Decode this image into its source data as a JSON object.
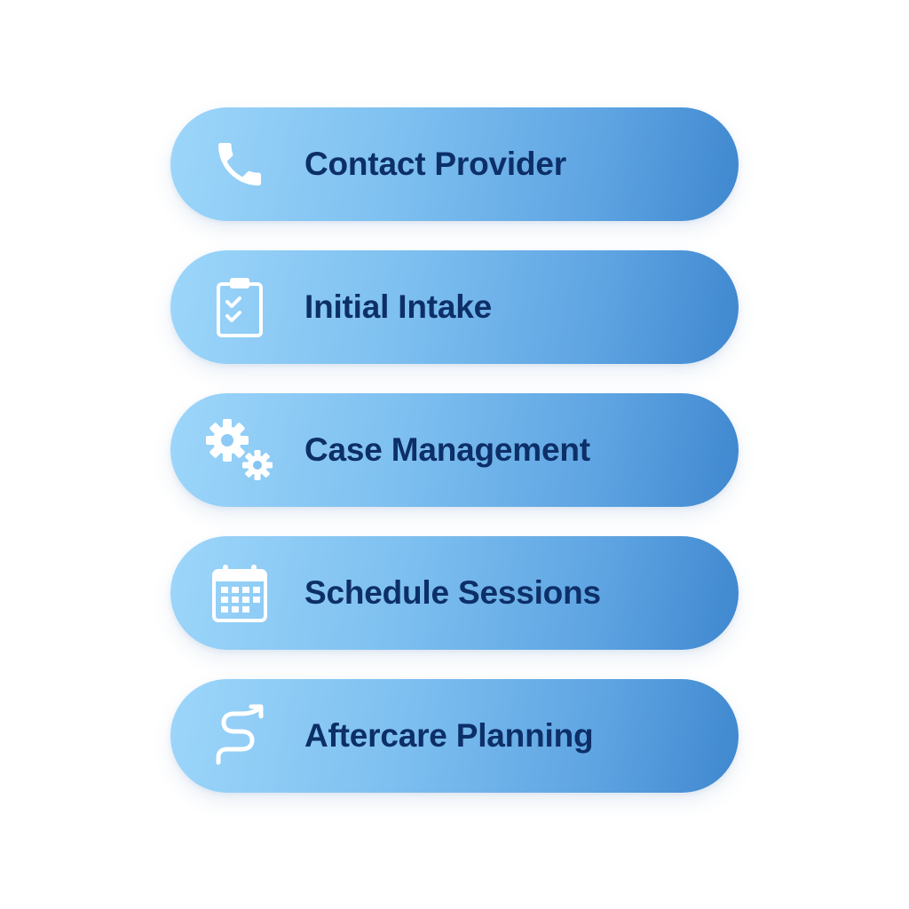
{
  "steps": [
    {
      "label": "Contact Provider",
      "icon": "phone-icon"
    },
    {
      "label": "Initial Intake",
      "icon": "clipboard-checklist-icon"
    },
    {
      "label": "Case Management",
      "icon": "gears-icon"
    },
    {
      "label": "Schedule Sessions",
      "icon": "calendar-icon"
    },
    {
      "label": "Aftercare Planning",
      "icon": "winding-path-arrow-icon"
    }
  ],
  "colors": {
    "pill_gradient_start": "#9dd6fa",
    "pill_gradient_end": "#3f87cf",
    "label_text": "#0d2f68",
    "icon": "#ffffff",
    "background": "#ffffff"
  }
}
